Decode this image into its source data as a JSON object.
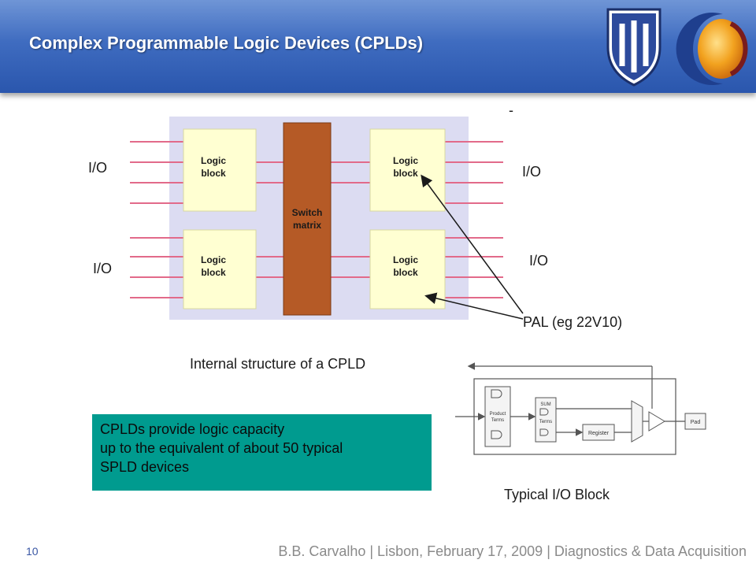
{
  "header": {
    "title": "Complex Programmable Logic Devices (CPLDs)"
  },
  "diagram": {
    "logic_block_label_line1": "Logic",
    "logic_block_label_line2": "block",
    "switch_label_line1": "Switch",
    "switch_label_line2": "matrix",
    "io_labels": [
      "I/O",
      "I/O",
      "I/O",
      "I/O"
    ],
    "pal_label": "PAL (eg 22V10)",
    "caption": "Internal structure of a CPLD",
    "decor_dash": "-"
  },
  "io_block": {
    "product_terms": [
      "Product",
      "Terms"
    ],
    "sum_label": "SUM",
    "terms_label": "Terms",
    "register_label": "Register",
    "pad_label": "Pad",
    "caption": "Typical I/O Block"
  },
  "note": {
    "lines": [
      "CPLDs provide logic capacity",
      "up to the equivalent of about 50 typical",
      "SPLD devices"
    ]
  },
  "footer": {
    "slide_number": "10",
    "text": "B.B. Carvalho | Lisbon, February 17, 2009 | Diagnostics & Data Acquisition"
  },
  "colors": {
    "header": "#3f6cc0",
    "io_lines": "#e26a8a",
    "switch_matrix": "#b55a26",
    "logic_block": "#ffffd2",
    "note_box": "#009b8f"
  }
}
